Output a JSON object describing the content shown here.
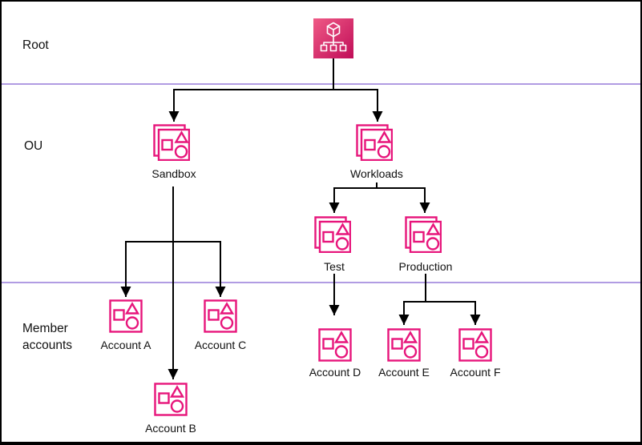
{
  "sections": {
    "root": "Root",
    "ou": "OU",
    "member": "Member accounts"
  },
  "nodes": {
    "sandbox": "Sandbox",
    "workloads": "Workloads",
    "test": "Test",
    "production": "Production",
    "account_a": "Account A",
    "account_b": "Account B",
    "account_c": "Account C",
    "account_d": "Account D",
    "account_e": "Account E",
    "account_f": "Account F"
  },
  "icons": {
    "root": "aws-organizations-icon",
    "ou": "organizational-unit-icon",
    "account": "aws-account-icon"
  },
  "colors": {
    "pink": "#E7157B",
    "gradient-top": "#EF5A86",
    "gradient-bottom": "#C00D58",
    "divider": "#B19CE3",
    "line": "#000000",
    "text": "#111111"
  }
}
